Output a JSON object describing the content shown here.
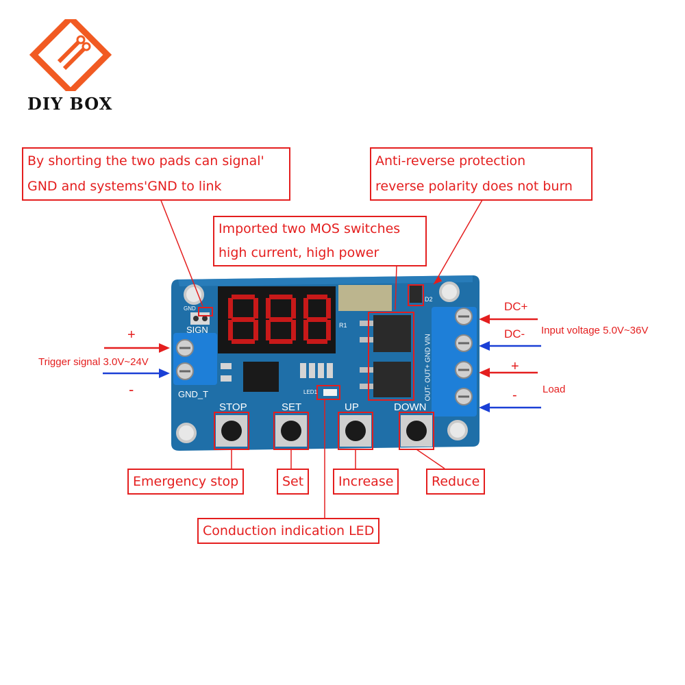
{
  "brand": {
    "name": "DIY BOX",
    "accent": "#f15a22"
  },
  "colors": {
    "callout": "#e41e1e",
    "pcb": "#1f6fa8",
    "terminal": "#1e7fd8",
    "arrow_pos": "#e41e1e",
    "arrow_neg": "#1a3fd6"
  },
  "callouts": {
    "sign_gnd": {
      "line1": "By shorting the two pads can signal'",
      "line2": "GND and systems'GND  to link"
    },
    "anti_reverse": {
      "line1": "Anti-reverse protection",
      "line2": "reverse polarity does not burn"
    },
    "mos": {
      "line1": "Imported two MOS switches",
      "line2": "high current, high power"
    },
    "emergency": "Emergency stop",
    "set": "Set",
    "increase": "Increase",
    "reduce": "Reduce",
    "led": "Conduction indication LED"
  },
  "left_side": {
    "plus": "+",
    "minus": "-",
    "trigger": "Trigger signal  3.0V~24V"
  },
  "right_side": {
    "dc_plus": "DC+",
    "dc_minus": "DC-",
    "input_voltage": "Input voltage 5.0V~36V",
    "plus": "+",
    "minus": "-",
    "load": "Load"
  },
  "board": {
    "display": "888",
    "buttons": [
      "STOP",
      "SET",
      "UP",
      "DOWN"
    ],
    "silk": {
      "sign": "SIGN",
      "gnd_t": "GND_T",
      "gnd": "GND",
      "led1": "LED1",
      "d2": "D2",
      "r1": "R1",
      "terminal_right": "OUT- OUT+ GND VIN"
    }
  }
}
